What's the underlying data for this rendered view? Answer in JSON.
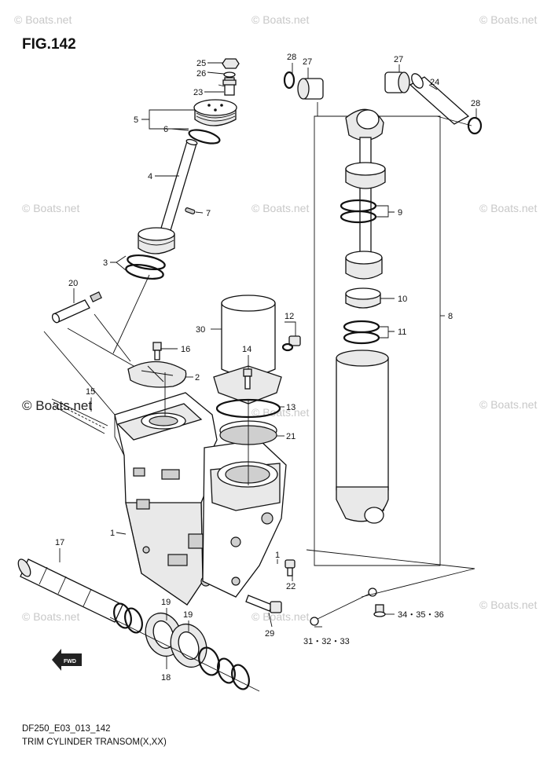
{
  "figure": {
    "title": "FIG.142",
    "footer_code": "DF250_E03_013_142",
    "footer_caption": "TRIM CYLINDER TRANSOM(X,XX)",
    "fwd_arrow_text": "FWD"
  },
  "watermark": {
    "text": "© Boats.net"
  },
  "callouts": [
    {
      "id": "c1",
      "label": "1"
    },
    {
      "id": "c1b",
      "label": "1"
    },
    {
      "id": "c2",
      "label": "2"
    },
    {
      "id": "c3",
      "label": "3"
    },
    {
      "id": "c4",
      "label": "4"
    },
    {
      "id": "c5",
      "label": "5"
    },
    {
      "id": "c6",
      "label": "6"
    },
    {
      "id": "c7",
      "label": "7"
    },
    {
      "id": "c8",
      "label": "8"
    },
    {
      "id": "c9",
      "label": "9"
    },
    {
      "id": "c10",
      "label": "10"
    },
    {
      "id": "c11",
      "label": "11"
    },
    {
      "id": "c12",
      "label": "12"
    },
    {
      "id": "c13",
      "label": "13"
    },
    {
      "id": "c14",
      "label": "14"
    },
    {
      "id": "c15",
      "label": "15"
    },
    {
      "id": "c16",
      "label": "16"
    },
    {
      "id": "c17",
      "label": "17"
    },
    {
      "id": "c18",
      "label": "18"
    },
    {
      "id": "c19a",
      "label": "19"
    },
    {
      "id": "c19b",
      "label": "19"
    },
    {
      "id": "c20",
      "label": "20"
    },
    {
      "id": "c21",
      "label": "21"
    },
    {
      "id": "c22",
      "label": "22"
    },
    {
      "id": "c23",
      "label": "23"
    },
    {
      "id": "c24",
      "label": "24"
    },
    {
      "id": "c25",
      "label": "25"
    },
    {
      "id": "c26",
      "label": "26"
    },
    {
      "id": "c27a",
      "label": "27"
    },
    {
      "id": "c27b",
      "label": "27"
    },
    {
      "id": "c28a",
      "label": "28"
    },
    {
      "id": "c28b",
      "label": "28"
    },
    {
      "id": "c29",
      "label": "29"
    },
    {
      "id": "c30",
      "label": "30"
    },
    {
      "id": "c31",
      "label": "31・32・33"
    },
    {
      "id": "c34",
      "label": "34・35・36"
    }
  ]
}
